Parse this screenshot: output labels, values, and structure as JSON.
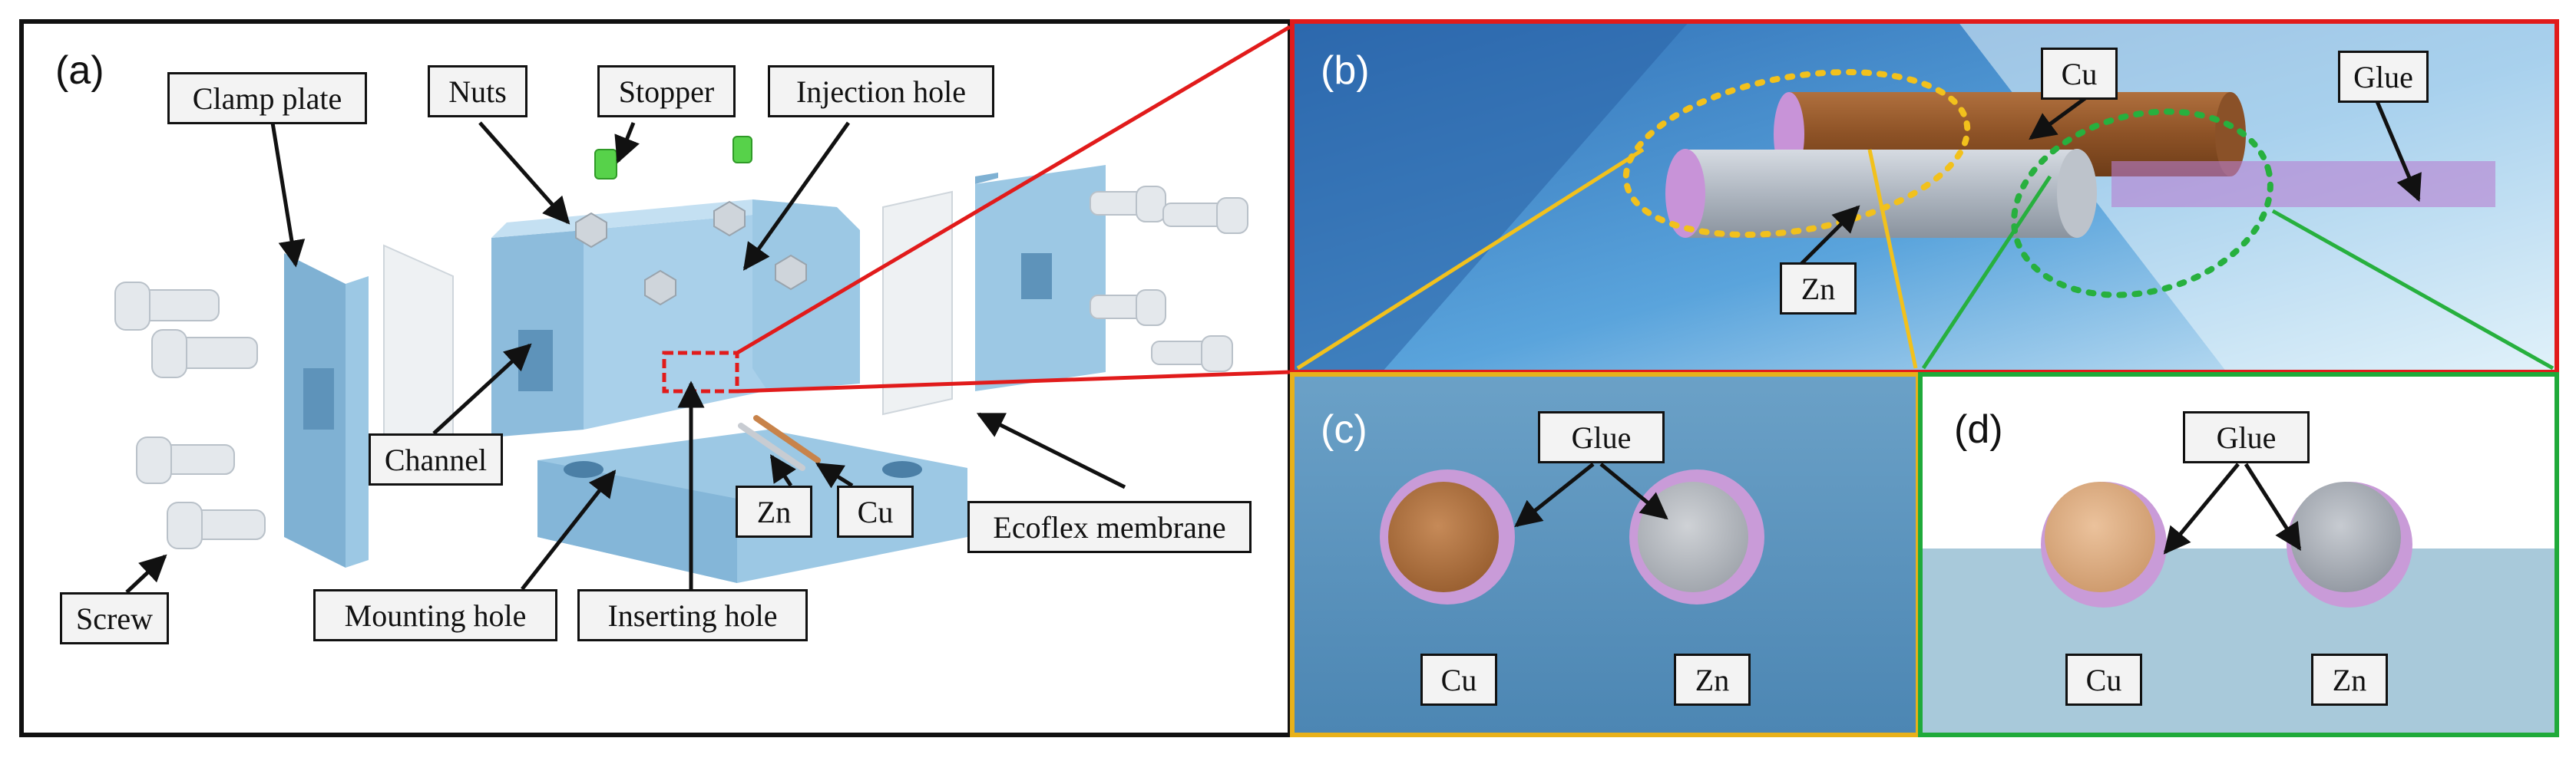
{
  "panels": {
    "a": {
      "tag": "(a)",
      "labels": {
        "clamp_plate": "Clamp plate",
        "nuts": "Nuts",
        "stopper": "Stopper",
        "injection_hole": "Injection hole",
        "channel": "Channel",
        "zn": "Zn",
        "cu": "Cu",
        "ecoflex": "Ecoflex membrane",
        "screw": "Screw",
        "mounting_hole": "Mounting hole",
        "inserting_hole": "Inserting hole"
      }
    },
    "b": {
      "tag": "(b)",
      "labels": {
        "cu": "Cu",
        "glue": "Glue",
        "zn": "Zn"
      }
    },
    "c": {
      "tag": "(c)",
      "labels": {
        "glue": "Glue",
        "cu": "Cu",
        "zn": "Zn"
      }
    },
    "d": {
      "tag": "(d)",
      "labels": {
        "glue": "Glue",
        "cu": "Cu",
        "zn": "Zn"
      }
    }
  },
  "colors": {
    "frame_a": "#111111",
    "frame_b": "#e11b1b",
    "frame_c": "#e8b11a",
    "frame_d": "#1faa3a",
    "part_blue": "#9cc8e4",
    "copper": "#c8834a",
    "zinc": "#c4c7cc",
    "glue": "#c99bd8",
    "stopper_green": "#57d24a"
  }
}
